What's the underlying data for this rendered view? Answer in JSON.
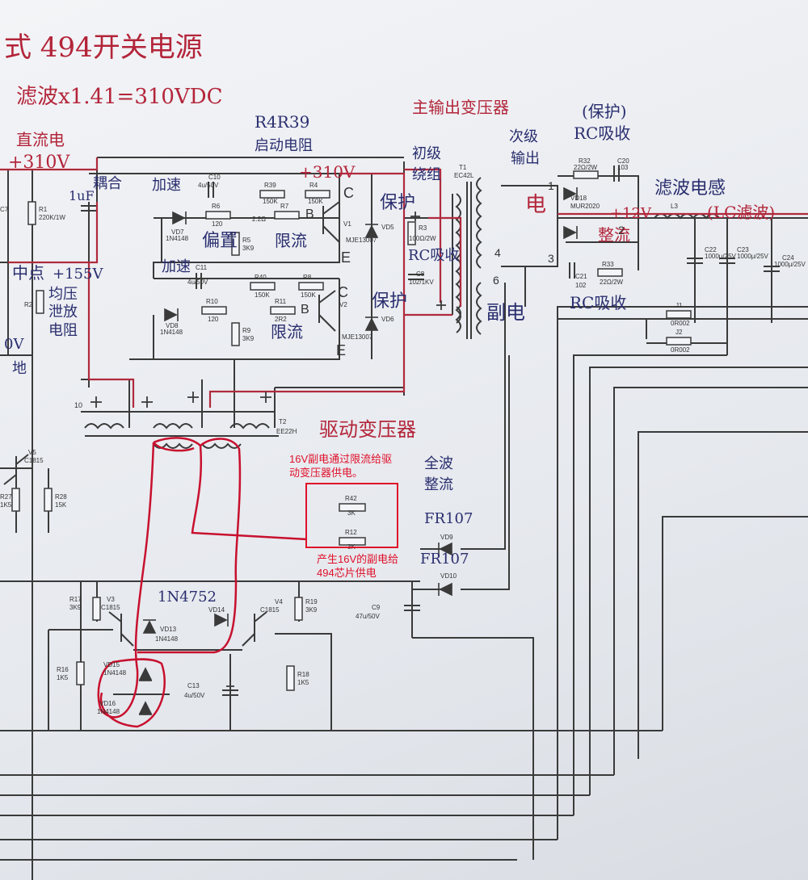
{
  "headings": {
    "title": "式 494开关电源",
    "formula": "滤波x1.41=310VDC",
    "dc_label": "直流电",
    "v310_left": "+310V",
    "startup_res": "R4R39",
    "startup_res_sub": "启动电阻",
    "v310_top": "+310V",
    "main_xfmr": "主输出变压器",
    "protect_top": "(保护)",
    "rc_absorb_top": "RC吸收",
    "secondary": "次级",
    "output": "输出",
    "filter_inductor": "滤波电感",
    "lc_filter": "(LC滤波)",
    "coupling": "耦合",
    "speedup1": "加速",
    "speedup2": "加速",
    "bias": "偏置",
    "limit1": "限流",
    "limit2": "限流",
    "primary_wind": "初级",
    "winding": "绕组",
    "protect_right": "保护",
    "rc_absorb_mid": "RC吸收",
    "protect_bottom": "保护",
    "power": "电",
    "aux_power": "副电",
    "plus12": "+12V",
    "rectify": "整流",
    "rc_absorb_bottom": "RC吸收",
    "midpoint": "中点",
    "v155": "+155V",
    "balance": "均压",
    "bleed": "泄放",
    "resistor": "电阻",
    "zero_v": "0V",
    "ground": "地",
    "cap_note": "1uF",
    "drive_xfmr": "驱动变压器",
    "full_wave": "全波",
    "rectify2": "整流",
    "fr107_a": "FR107",
    "fr107_b": "FR107",
    "zener_note": "1N4752"
  },
  "annotations": {
    "note_top": "16V副电通过限流给驱动变压器供电。",
    "note_bottom": "产生16V的副电给494芯片供电"
  },
  "components": {
    "c10": "C10",
    "c10v": "4u/50V",
    "r39": "R39",
    "r39v": "150K",
    "r4": "R4",
    "r4v": "150K",
    "r6": "R6",
    "r6v": "120",
    "r7": "R7",
    "r7v": "2.2Ω",
    "r5": "R5",
    "r5v": "3K9",
    "vd7": "VD7",
    "vd7v": "1N4148",
    "v1": "V1",
    "v1v": "MJE13007",
    "c11": "C11",
    "c11v": "4u/50V",
    "r40": "R40",
    "r40v": "150K",
    "r8": "R8",
    "r8v": "150K",
    "r10": "R10",
    "r10v": "120",
    "r11": "R11",
    "r11v": "2R2",
    "r9": "R9",
    "r9v": "3K9",
    "vd8": "VD8",
    "vd8v": "1N4148",
    "v2": "V2",
    "v2v": "MJE13007",
    "vd5": "VD5",
    "vd6": "VD6",
    "r3": "R3",
    "r3v": "100Ω/2W",
    "c8": "C8",
    "c8v": "102/1KV",
    "t1": "T1",
    "t1v": "EC42L",
    "t2": "T2",
    "t2v": "EE22H",
    "r32": "R32",
    "r32v": "22Ω/2W",
    "c20": "C20",
    "c20v": "103",
    "vd18": "VD18",
    "vd18v": "MUR2020",
    "c21": "C21",
    "c21v": "102",
    "r33": "R33",
    "r33v": "22Ω/2W",
    "l3": "L3",
    "c22": "C22",
    "c23": "C23",
    "c24": "C24",
    "cap_val": "1000μ/25V",
    "j1": "J1",
    "j1v": "0R002",
    "j2": "J2",
    "j2v": "0R002",
    "c7": "C7",
    "r1": "R1",
    "r1v": "220K/1W",
    "r2": "R2",
    "v5": "V5",
    "v5v": "C1815",
    "r27": "R27",
    "r27v": "1K5",
    "r28": "R28",
    "r28v": "15K",
    "r42": "R42",
    "r42v": "3K",
    "r12": "R12",
    "r12v": "3K",
    "vd9": "VD9",
    "vd10": "VD10",
    "c9": "C9",
    "c9v": "47u/50V",
    "r17": "R17",
    "r17v": "3K9",
    "v3": "V3",
    "v3v": "C1815",
    "vd13": "VD13",
    "vd13v": "1N4148",
    "vd14": "VD14",
    "v4": "V4",
    "v4v": "C1815",
    "r19": "R19",
    "r19v": "3K9",
    "r16": "R16",
    "r16v": "1K5",
    "vd15": "VD15",
    "vd15v": "1N4148",
    "vd16": "VD16",
    "vd16v": "1N4148",
    "c13": "C13",
    "c13v": "4u/50V",
    "r18": "R18",
    "r18v": "1K5",
    "pin1": "1",
    "pin2": "2",
    "pin3": "3",
    "pin4": "4",
    "pin6": "6",
    "pin10": "10",
    "b1": "B",
    "c1": "C",
    "e1": "E",
    "b2": "B",
    "c2": "C",
    "e2": "E"
  }
}
